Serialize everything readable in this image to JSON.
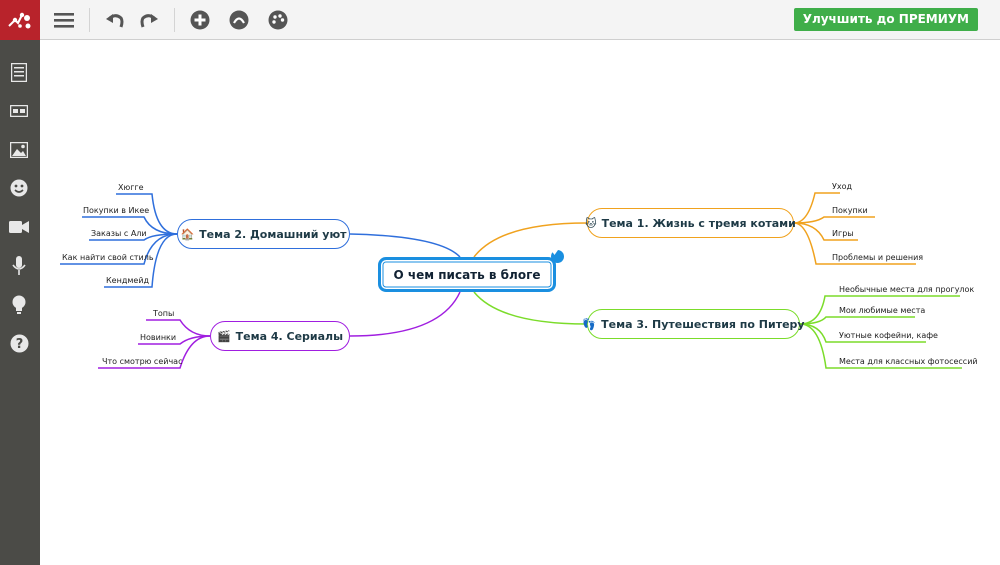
{
  "toolbar": {
    "upgrade_label": "Улучшить до ПРЕМИУМ",
    "upgrade_color": "#3fae49",
    "logo_color": "#b8232b"
  },
  "map": {
    "central": "О чем писать в блоге",
    "topic1": {
      "label": "Тема 1. Жизнь с тремя котами",
      "emoji": "🐱",
      "color": "#f0a21e",
      "items": [
        "Уход",
        "Покупки",
        "Игры",
        "Проблемы и решения"
      ]
    },
    "topic2": {
      "label": "Тема 2. Домашний уют",
      "emoji": "🏠",
      "color": "#2f6fdc",
      "items": [
        "Хюгге",
        "Покупки в Икее",
        "Заказы с Али",
        "Как найти свой стиль",
        "Кендмейд"
      ]
    },
    "topic3": {
      "label": "Тема 3. Путешествия по Питеру",
      "emoji": "👣",
      "color": "#7bdc2a",
      "items": [
        "Необычные места для прогулок",
        "Мои любимые места",
        "Уютные кофейни, кафе",
        "Места для классных фотосессий"
      ]
    },
    "topic4": {
      "label": "Тема 4. Сериалы",
      "emoji": "🎬",
      "color": "#a01ee0",
      "items": [
        "Топы",
        "Новинки",
        "Что смотрю сейчас"
      ]
    }
  }
}
